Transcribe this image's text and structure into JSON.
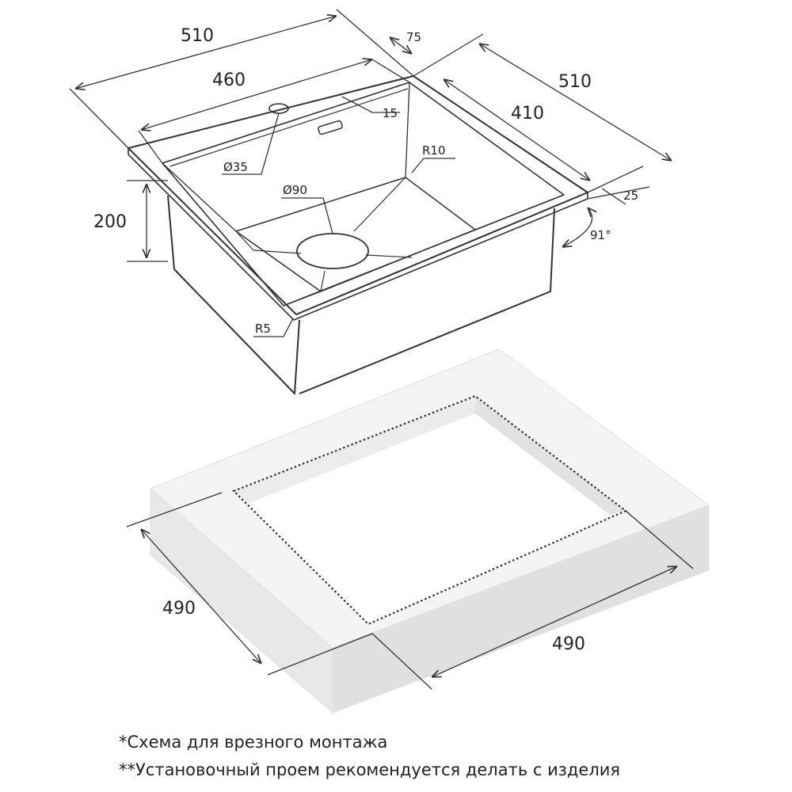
{
  "dimensions": {
    "sink_width_outer": "510",
    "sink_width_inner": "460",
    "sink_depth_outer": "510",
    "sink_depth_inner": "410",
    "rim_back": "75",
    "rim_side": "25",
    "overflow_offset": "15",
    "height": "200",
    "faucet_hole": "Ø35",
    "drain": "Ø90",
    "corner_radius_inner": "R10",
    "corner_radius_bottom": "R5",
    "wall_angle": "91°",
    "cutout_depth": "490",
    "cutout_width": "490"
  },
  "notes": {
    "line1": "*Схема для врезного монтажа",
    "line2": "**Установочный проем рекомендуется делать с изделия"
  },
  "colors": {
    "line": "#333333",
    "countertop_top": "#f4f4f4",
    "countertop_side": "#e4e4e4",
    "cutout_wall": "#ececec"
  }
}
